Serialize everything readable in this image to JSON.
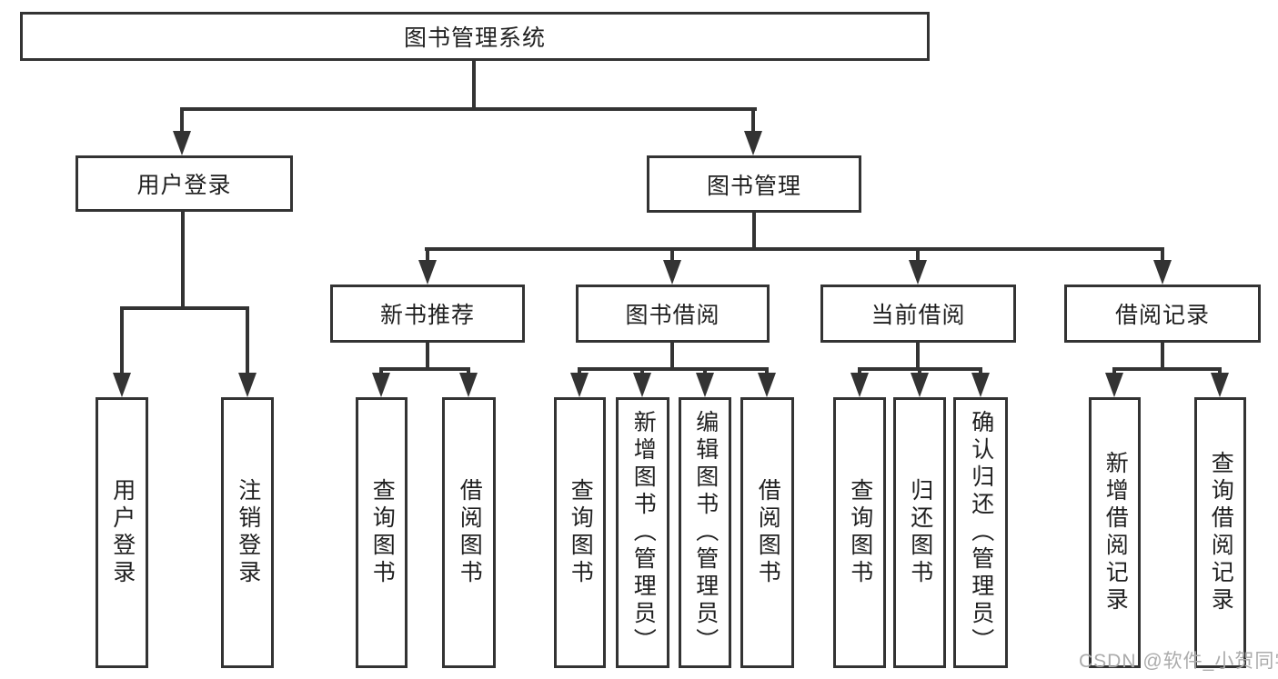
{
  "tree": {
    "label": "图书管理系统",
    "children": [
      {
        "label": "用户登录",
        "children": [
          {
            "label": "用户登录"
          },
          {
            "label": "注销登录"
          }
        ]
      },
      {
        "label": "图书管理",
        "children": [
          {
            "label": "新书推荐",
            "children": [
              {
                "label": "查询图书"
              },
              {
                "label": "借阅图书"
              }
            ]
          },
          {
            "label": "图书借阅",
            "children": [
              {
                "label": "查询图书"
              },
              {
                "label": "新增图书（管理员）"
              },
              {
                "label": "编辑图书（管理员）"
              },
              {
                "label": "借阅图书"
              }
            ]
          },
          {
            "label": "当前借阅",
            "children": [
              {
                "label": "查询图书"
              },
              {
                "label": "归还图书"
              },
              {
                "label": "确认归还（管理员）"
              }
            ]
          },
          {
            "label": "借阅记录",
            "children": [
              {
                "label": "新增借阅记录"
              },
              {
                "label": "查询借阅记录"
              }
            ]
          }
        ]
      }
    ]
  },
  "watermark": {
    "text": "CSDN @软件_小贺同学"
  },
  "colors": {
    "line": "#333333",
    "box_border": "#333333",
    "text": "#1f1f1f",
    "watermark": "#ababab",
    "background": "#ffffff"
  }
}
